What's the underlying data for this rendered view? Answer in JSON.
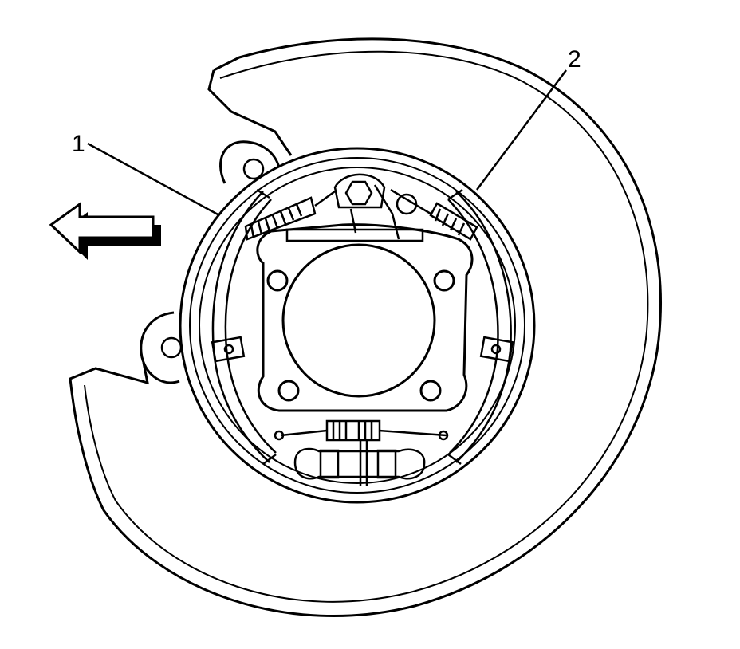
{
  "callouts": [
    {
      "id": "1",
      "label": "1"
    },
    {
      "id": "2",
      "label": "2"
    }
  ],
  "colors": {
    "line": "#000000",
    "background": "#ffffff",
    "arrow_shadow": "#000000"
  },
  "icons": {
    "direction_arrow": "arrow-left-icon"
  }
}
